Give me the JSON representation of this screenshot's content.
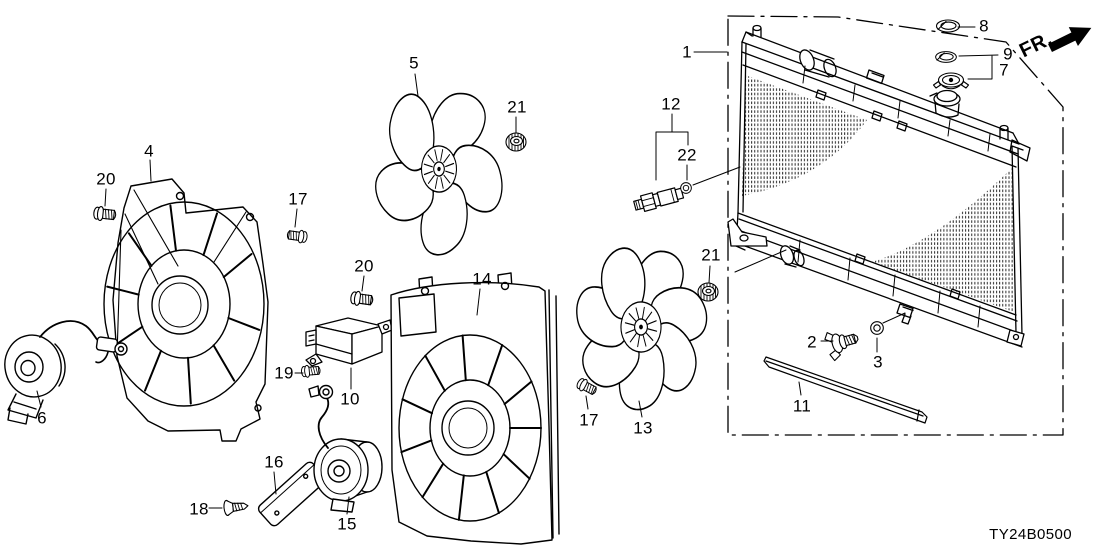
{
  "diagram": {
    "code": "TY24B0500",
    "front_label": "FR.",
    "ink_color": "#000000",
    "background_color": "#ffffff",
    "part_labels": {
      "p1": "1",
      "p2": "2",
      "p3": "3",
      "p4": "4",
      "p5": "5",
      "p6": "6",
      "p7": "7",
      "p8": "8",
      "p9": "9",
      "p10": "10",
      "p11": "11",
      "p12": "12",
      "p13": "13",
      "p14": "14",
      "p15": "15",
      "p16": "16",
      "p17": "17",
      "p18": "18",
      "p19": "19",
      "p20": "20",
      "p21": "21",
      "p22": "22"
    }
  }
}
